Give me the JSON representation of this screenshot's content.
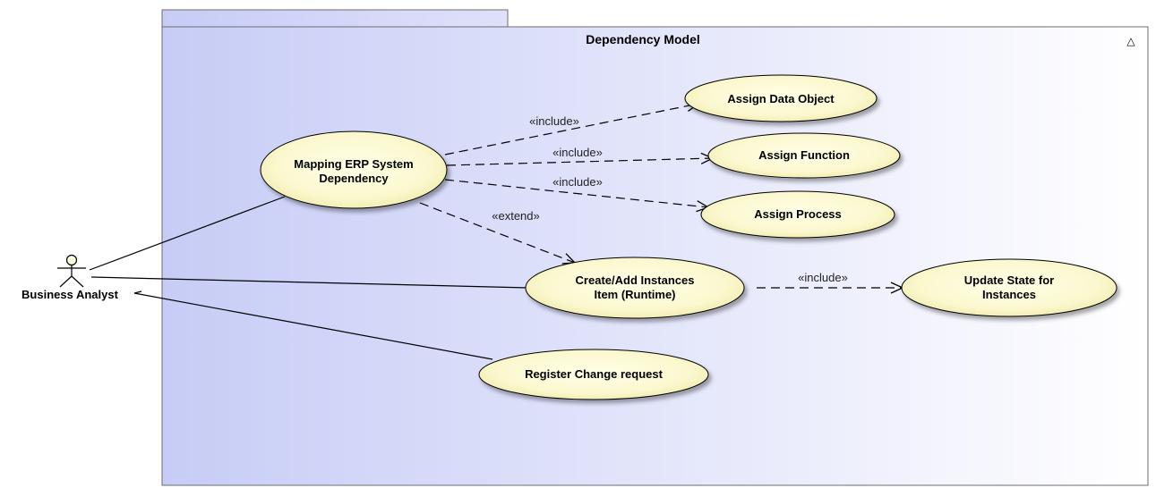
{
  "package": {
    "title": "Dependency Model",
    "collapse_glyph": "△"
  },
  "actor": {
    "name": "Business Analyst",
    "icon": "stick-figure-actor-icon"
  },
  "use_cases": {
    "mapping_erp": [
      "Mapping ERP System",
      "Dependency"
    ],
    "assign_data_object": [
      "Assign Data Object"
    ],
    "assign_function": [
      "Assign Function"
    ],
    "assign_process": [
      "Assign Process"
    ],
    "create_add_instances": [
      "Create/Add Instances",
      "Item (Runtime)"
    ],
    "update_state": [
      "Update State for",
      "Instances"
    ],
    "register_change": [
      "Register Change request"
    ]
  },
  "relations": {
    "include_data_object": "«include»",
    "include_function": "«include»",
    "include_process": "«include»",
    "extend_create": "«extend»",
    "include_update_state": "«include»"
  },
  "colors": {
    "package_fill_left": "#c7ccf6",
    "package_fill_right": "#ffffff",
    "package_border": "#6d6d6d",
    "usecase_fill_center": "#ffffe6",
    "usecase_fill_edge": "#f1edb0",
    "line": "#000000"
  }
}
